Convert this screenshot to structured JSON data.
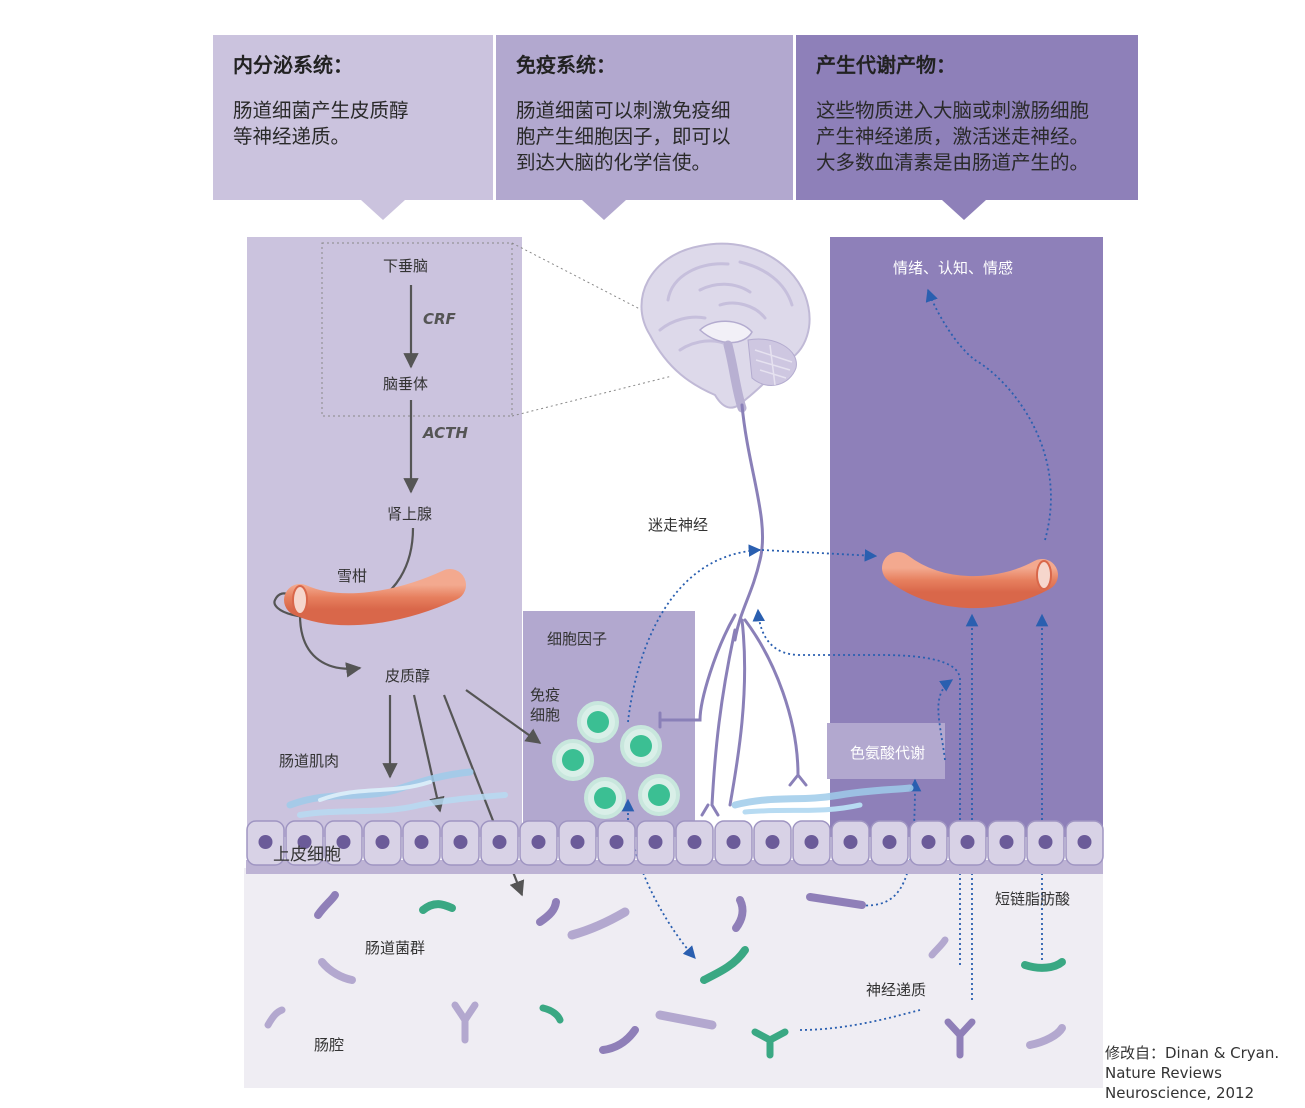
{
  "headers": [
    {
      "title": "内分泌系统：",
      "lines": [
        "肠道细菌产生皮质醇",
        "等神经递质。"
      ]
    },
    {
      "title": "免疫系统：",
      "lines": [
        "肠道细菌可以刺激免疫细",
        "胞产生细胞因子，即可以",
        "到达大脑的化学信使。"
      ]
    },
    {
      "title": "产生代谢产物：",
      "lines": [
        "这些物质进入大脑或刺激肠细胞",
        "产生神经递质，激活迷走神经。",
        "大多数血清素是由肠道产生的。"
      ]
    }
  ],
  "labels": {
    "hypothalamus": "下垂脑",
    "crf": "CRF",
    "pituitary": "脑垂体",
    "acth": "ACTH",
    "adrenal": "肾上腺",
    "cortisol_source": "雪柑",
    "cortisol": "皮质醇",
    "gut_muscle": "肠道肌肉",
    "cytokines": "细胞因子",
    "immune_cells_1": "免疫",
    "immune_cells_2": "细胞",
    "vagus": "迷走神经",
    "mood": "情绪、认知、情感",
    "tryptophan": "色氨酸代谢",
    "epithelium": "上皮细胞",
    "scfa": "短链脂肪酸",
    "microbiota": "肠道菌群",
    "neurotransmitters": "神经递质",
    "lumen": "肠腔"
  },
  "citation": [
    "修改自：Dinan & Cryan.",
    "Nature Reviews",
    "Neuroscience, 2012"
  ],
  "colors": {
    "panel_light": "#cbc3de",
    "panel_mid": "#b2a8cf",
    "panel_dark": "#8e80b9",
    "lumen": "#efedf3",
    "arrow_gray": "#555555",
    "arrow_blue": "#2a5fb0",
    "nerve": "#8a80b8",
    "bacteria_purple": "#8f7fb8",
    "bacteria_green": "#3aa883",
    "vessel": "#e9866a"
  }
}
